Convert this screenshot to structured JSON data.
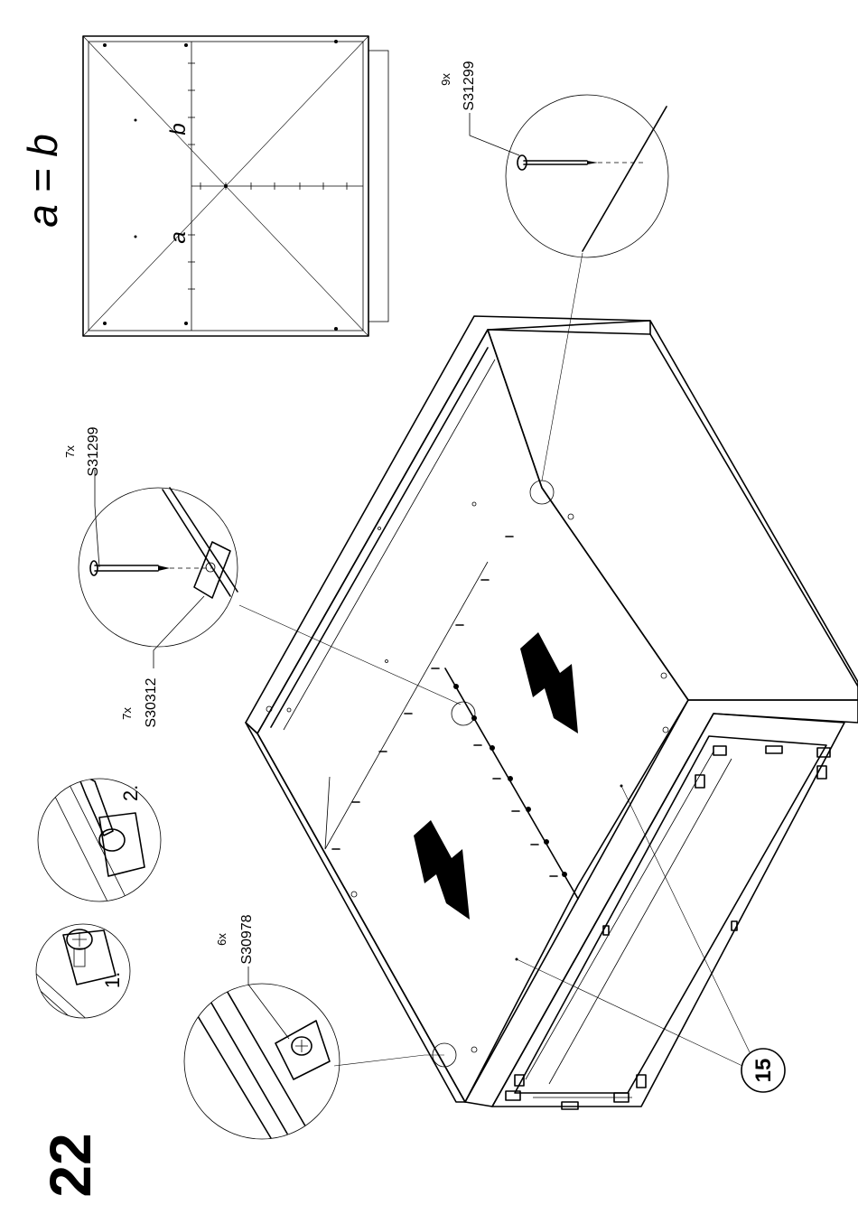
{
  "step": {
    "number": "22"
  },
  "equation": {
    "text": "a = b",
    "label_a": "a",
    "label_b": "b"
  },
  "callouts": [
    {
      "qty": "9x",
      "part": "S31299"
    },
    {
      "qty": "7x",
      "part": "S31299"
    },
    {
      "qty": "7x",
      "part": "S30312"
    },
    {
      "qty": "6x",
      "part": "S30978"
    }
  ],
  "substeps": {
    "first": "1.",
    "second": "2."
  },
  "part_label": "15"
}
